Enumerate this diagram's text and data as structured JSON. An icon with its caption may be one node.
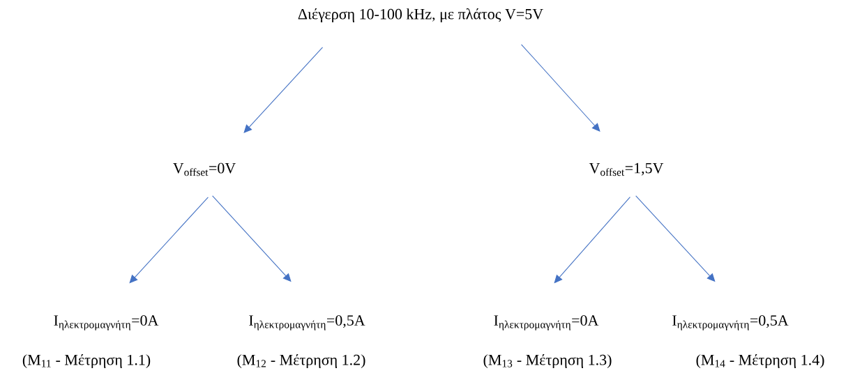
{
  "diagram": {
    "nodes": [
      {
        "text": [
          "Διέγερση 10-100 kHz, με πλάτος V=5V"
        ]
      },
      {
        "text": [
          "V$_{offset}$=0V"
        ]
      },
      {
        "text": [
          "V$_{offset}$=1,5V"
        ]
      },
      {
        "text": [
          "\\text{I}_{\\text{ηλεκτρομαγνήτη}}\\text{=0A}"
        ],
        "beside": [
          "(M$_{11}$ - Μέτρηση 1.1)"
        ]
      },
      {
        "text": [
          "\\text{I}_{\\text{ηλεκτρομαγνήτη}}\\text{=0,5A}"
        ],
        "beside": [
          "(M$_{12}$ - Μέτρηση 1.2)"
        ]
      },
      {
        "text": [
          "\\text{I}_{\\text{ηλεκτρομαγνήτη}}\\text{=0A}"
        ],
        "beside": [
          "(M$_{13}$ - Μέτρηση 1.3)"
        ]
      },
      {
        "text": [
          "\\text{I}_{\\text{ηλεκτρομαγνήτη}}\\text{=0,5A}"
        ],
        "beside": [
          "(M$_{14}$ - Μέτρηση 1.4)"
        ]
      }
    ],
    "edges": [
      {
        "from": 0,
        "to": 1,
        "arrow": "to"
      },
      {
        "from": 0,
        "to": 2,
        "arrow": "to"
      },
      {
        "from": 1,
        "to": 3,
        "arrow": "to"
      },
      {
        "from": 1,
        "to": 4,
        "arrow": "to"
      },
      {
        "from": 2,
        "to": 5,
        "arrow": "to"
      },
      {
        "from": 2,
        "to": 6,
        "arrow": "to"
      }
    ]
  }
}
